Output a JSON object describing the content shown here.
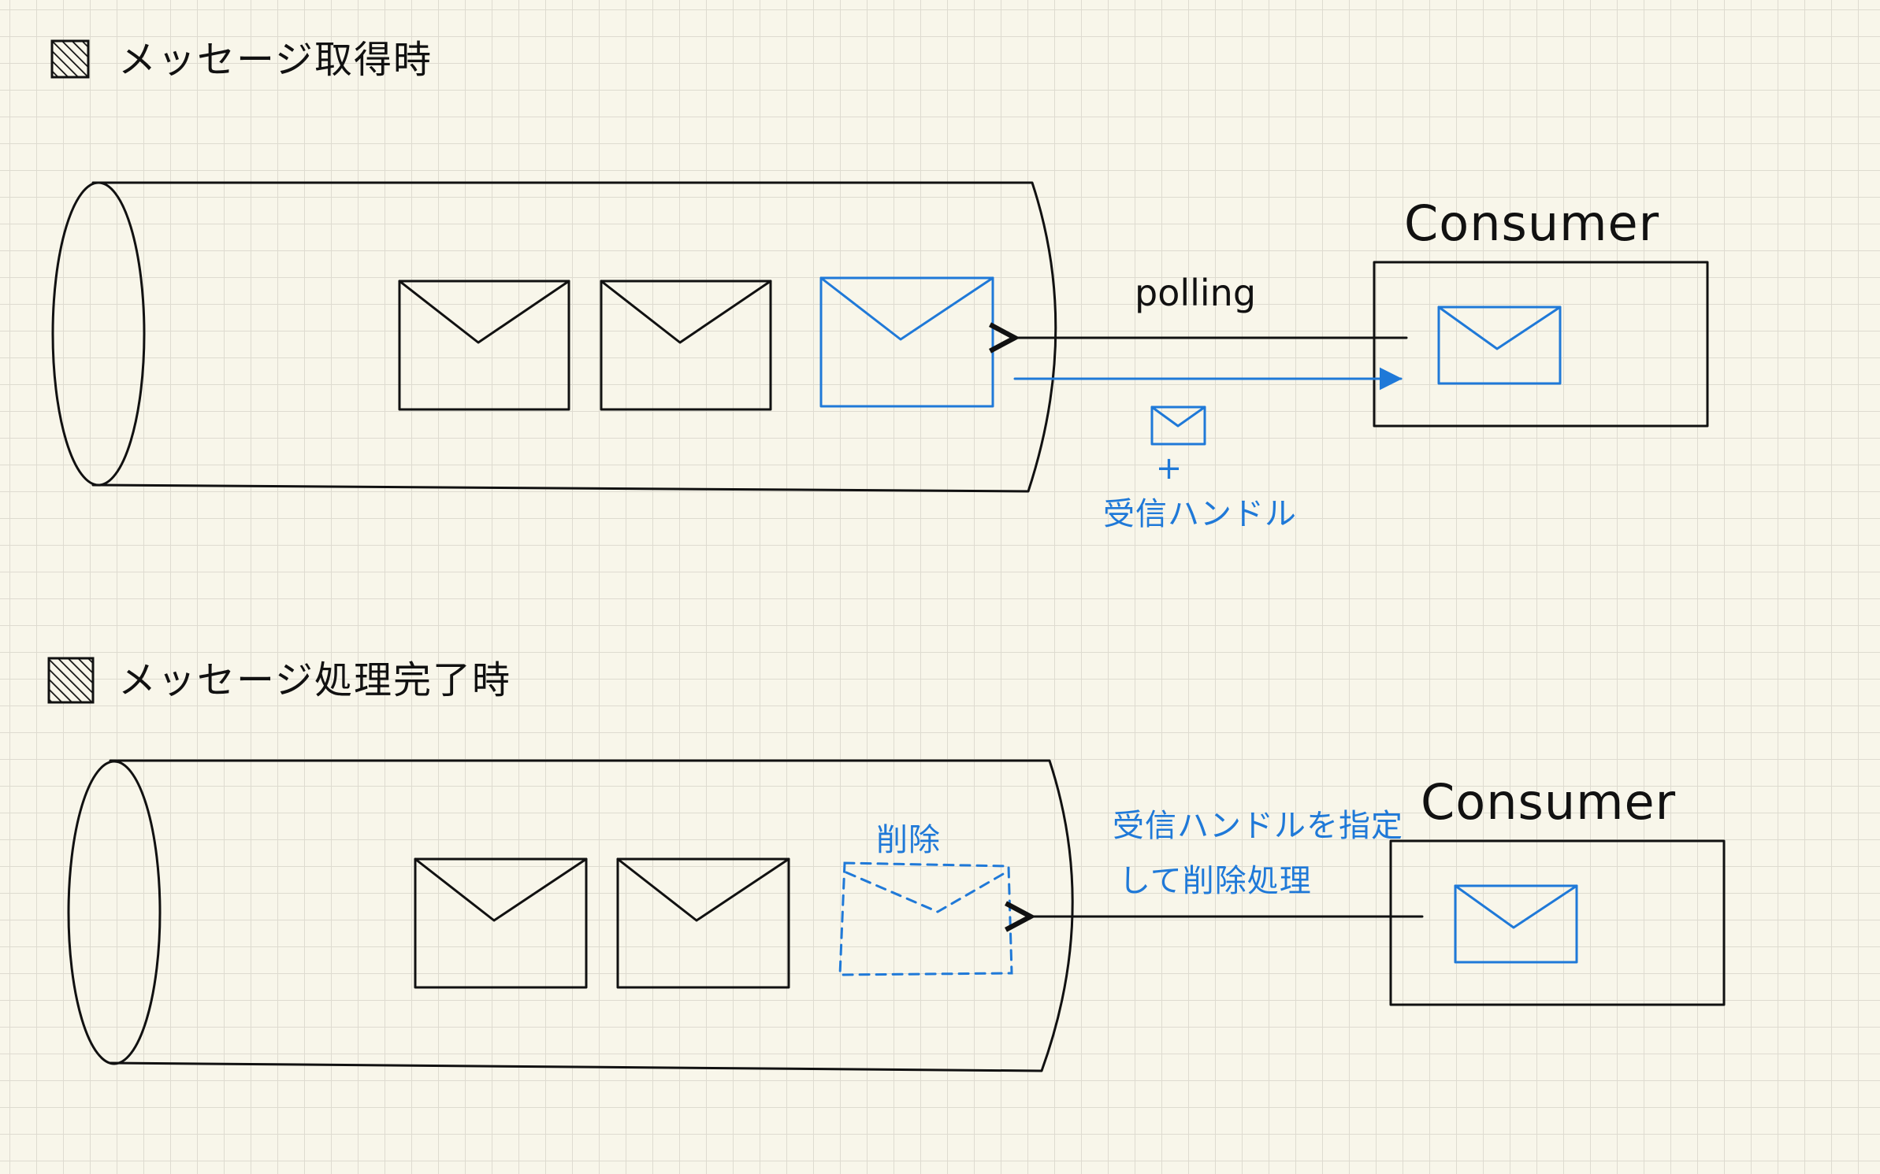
{
  "sections": [
    {
      "title": "メッセージ取得時",
      "consumer_label": "Consumer",
      "polling_label": "polling",
      "plus_label": "+",
      "receipt_handle_label": "受信ハンドル"
    },
    {
      "title": "メッセージ処理完了時",
      "consumer_label": "Consumer",
      "deleted_label": "削除",
      "note_line1": "受信ハンドルを指定",
      "note_line2": "して削除処理"
    }
  ],
  "colors": {
    "ink": "#111111",
    "accent_blue": "#1f79d8",
    "paper": "#f8f6ea",
    "grid": "#dedbd0"
  },
  "icons": {
    "checkbox": "hatched-checkbox-icon",
    "message": "envelope-icon"
  }
}
